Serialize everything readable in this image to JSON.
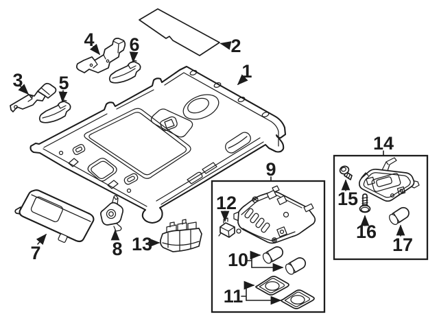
{
  "diagram": {
    "background_color": "#ffffff",
    "line_color": "#1c1c1c",
    "callouts": {
      "c1": "1",
      "c2": "2",
      "c3": "3",
      "c4": "4",
      "c5": "5",
      "c6": "6",
      "c7": "7",
      "c8": "8",
      "c9": "9",
      "c10": "10",
      "c11": "11",
      "c12": "12",
      "c13": "13",
      "c14": "14",
      "c15": "15",
      "c16": "16",
      "c17": "17"
    }
  }
}
